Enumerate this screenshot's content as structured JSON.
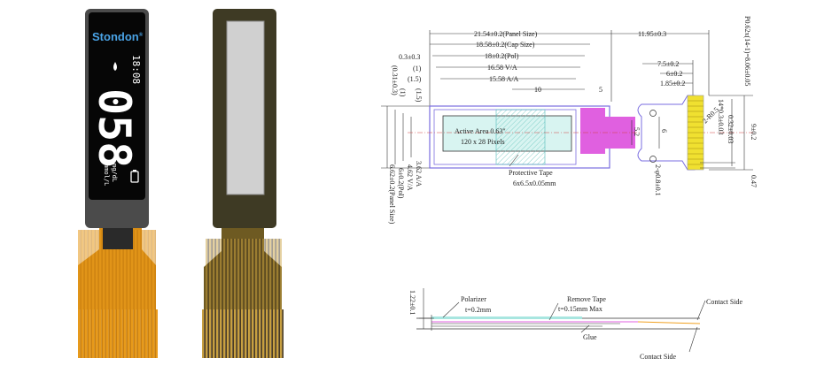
{
  "photo_front": {
    "brand": "Stondon",
    "registered": "®",
    "time": "18:08",
    "reading": "058",
    "unit_top": "mg/dL",
    "unit_bottom": "mmol/L"
  },
  "drawing": {
    "dims_top": {
      "panel_size": "21.54±0.2(Panel Size)",
      "cap_size": "18.58±0.2(Cap Size)",
      "pol": "18±0.2(Pol)",
      "va": "16.58 V/A",
      "aa": "15.58 A/A",
      "ten": "10",
      "five": "5",
      "right_len": "11.95±0.3",
      "fpc_75": "7.5±0.2",
      "fpc_6": "6±0.2",
      "fpc_185": "1.85±0.2",
      "left_03": "0.3±0.3",
      "left_1": "(1)",
      "left_15": "(1.5)"
    },
    "dims_left": {
      "v_031": "(0.31±0.3)",
      "v_1": "(1)",
      "v_15": "(1.5)",
      "aa_362": "3.62 A/A",
      "va_462": "4.62 V/A",
      "pol_6": "6±0.2(Pol)",
      "panel_662": "6.62±0.2(Panel Size)"
    },
    "dims_right": {
      "pitch": "P0.62x(14-1)=8.06±0.05",
      "w_147": "14*0.3±0.03",
      "w_032": "0.32±0.03",
      "h_9": "9±0.2",
      "v_047": "0.47",
      "v_6": "6",
      "v_52": "5.2",
      "hole": "2-φ0.8±0.1",
      "holes_r": "2-R0.5"
    },
    "labels": {
      "active_area": "Active Area 0.63\"",
      "pixels": "120 x 28 Pixels",
      "protective_tape": "Protective Tape",
      "protective_tape_size": "6x6.5x0.05mm",
      "polarizer": "Polarizer",
      "polarizer_t": "t=0.2mm",
      "remove_tape": "Remove Tape",
      "remove_tape_t": "t=0.15mm Max",
      "glue": "Glue",
      "contact_side_1": "Contact Side",
      "contact_side_2": "Contact Side",
      "side_thickness": "1.22±0.1"
    },
    "colors": {
      "active_area_fill": "#a8e6e0",
      "ic_fill": "#e060e0",
      "connector_fill": "#f0e030",
      "outline": "#7a6de0",
      "fpc": "#f0a020"
    }
  }
}
